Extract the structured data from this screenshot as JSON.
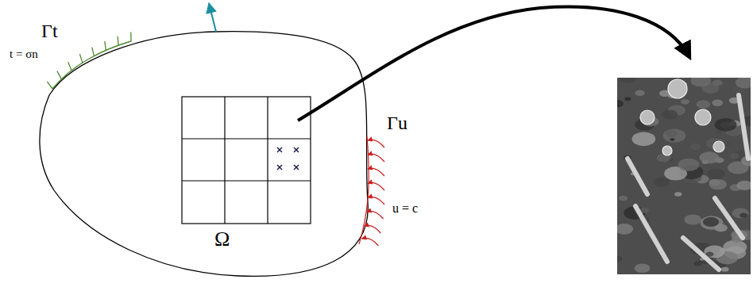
{
  "diagram": {
    "labels": [
      "Γt",
      "t = σn",
      "Γu",
      "u = c",
      "Ω"
    ]
  }
}
